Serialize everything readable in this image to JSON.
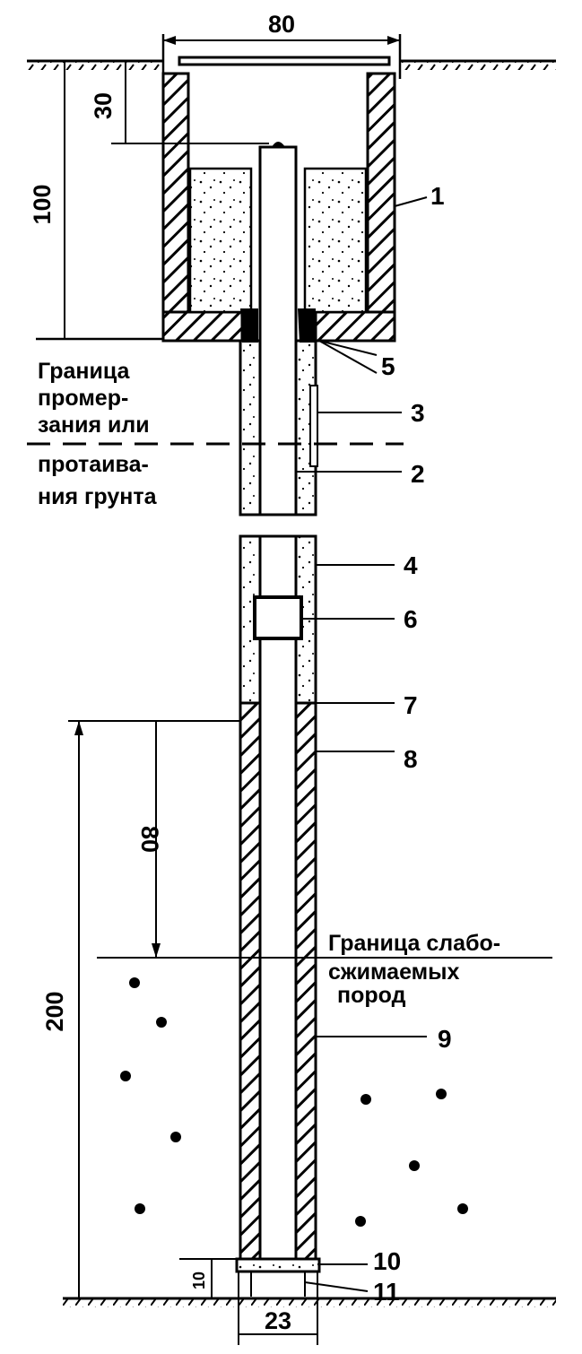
{
  "dimensions": {
    "top_width": "80",
    "depth_30": "30",
    "depth_100": "100",
    "anchor_80": "80",
    "total_200": "200",
    "bottom_10": "10",
    "base_23": "23"
  },
  "callouts": [
    "1",
    "5",
    "3",
    "2",
    "4",
    "6",
    "7",
    "8",
    "9",
    "10",
    "11"
  ],
  "notes": {
    "frost_boundary": [
      "Граница",
      "промер-",
      "зания  или",
      "протаива-",
      "ния грунта"
    ],
    "rock_boundary": [
      "Граница слабо-",
      "сжимаемых",
      "пород"
    ]
  },
  "colors": {
    "ink": "#000000",
    "paper": "#ffffff"
  }
}
